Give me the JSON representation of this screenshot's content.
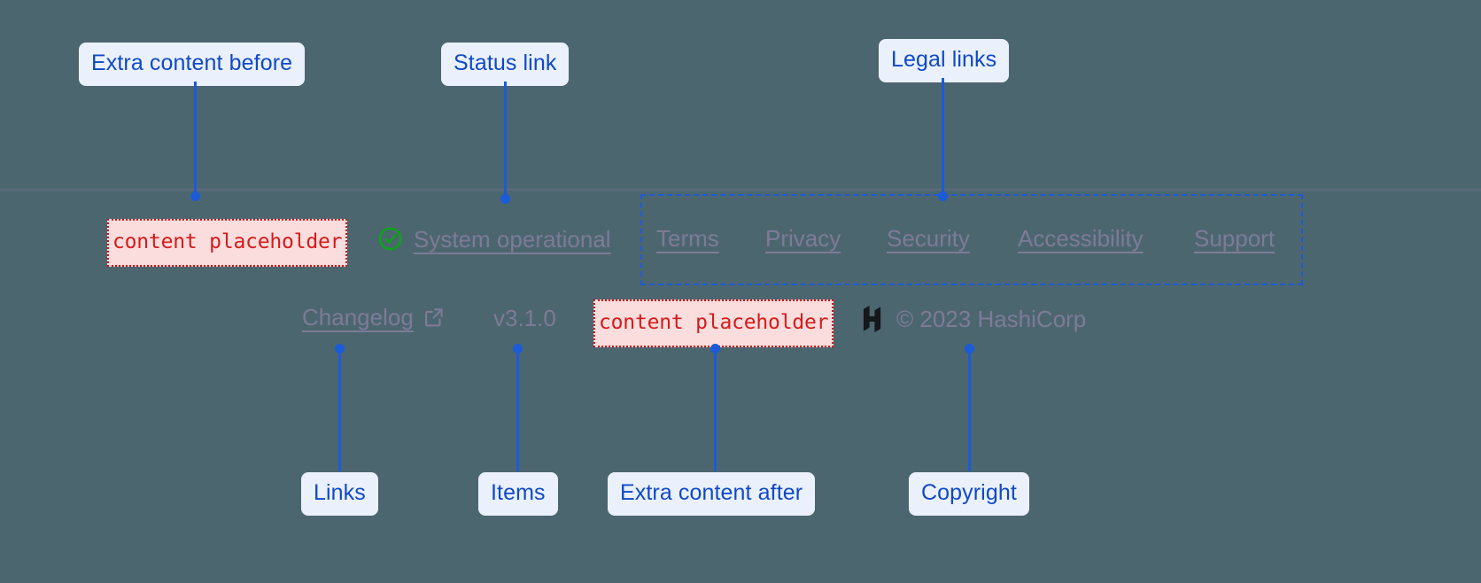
{
  "diagram": {
    "background_color": "#4c6670",
    "callout_bg": "#eaf1fd",
    "callout_text_color": "#1049c8",
    "leader_color": "#1b5bd7",
    "highlight_border_color": "#1b5bd7",
    "placeholder_text_color": "#d61b1b",
    "placeholder_bg_color": "#fbdddd"
  },
  "callouts": {
    "extra_before": "Extra content before",
    "status_link": "Status link",
    "legal_links": "Legal links",
    "links": "Links",
    "items": "Items",
    "extra_after": "Extra content after",
    "copyright": "Copyright"
  },
  "footer": {
    "placeholder_before": "content placeholder",
    "placeholder_after": "content placeholder",
    "status": {
      "icon": "check-circle-icon",
      "icon_color": "#0ca319",
      "label": "System operational"
    },
    "legal_links": [
      {
        "label": "Terms"
      },
      {
        "label": "Privacy"
      },
      {
        "label": "Security"
      },
      {
        "label": "Accessibility"
      },
      {
        "label": "Support"
      }
    ],
    "changelog": {
      "label": "Changelog",
      "icon": "external-link-icon"
    },
    "version": "v3.1.0",
    "copyright": {
      "logo": "hashicorp-logo",
      "text": "© 2023 HashiCorp"
    }
  }
}
